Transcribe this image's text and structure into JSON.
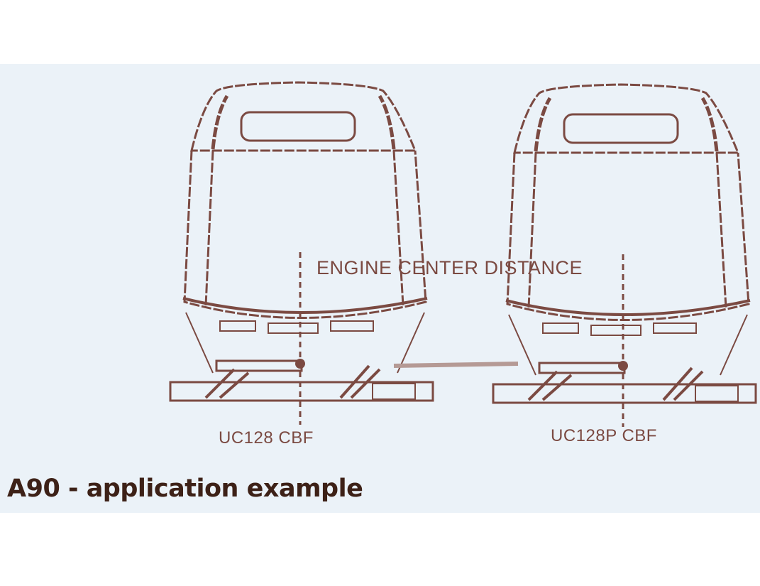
{
  "title": "A90 - application example",
  "labels": {
    "distance": "ENGINE CENTER DISTANCE",
    "left_engine": "UC128 CBF",
    "right_engine": "UC128P CBF"
  },
  "colors": {
    "line": "#7b4a42",
    "background": "#ebf2f8",
    "title": "#3d2117"
  }
}
